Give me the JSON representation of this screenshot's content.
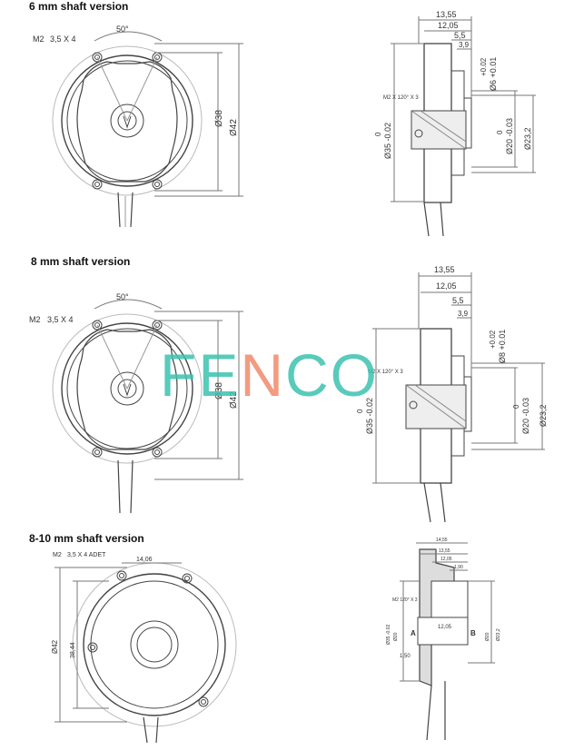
{
  "sections": [
    {
      "title": "6 mm shaft version",
      "front": {
        "thread": "M2",
        "thread_note": "3,5 X 4",
        "angle": "50°",
        "d_inner": "Ø38",
        "d_outer": "Ø42"
      },
      "side": {
        "w1": "13,55",
        "w2": "12,05",
        "w3": "5,5",
        "w4": "3,9",
        "shaft": "Ø6 +0.01",
        "shaft_tol": "+0.02",
        "bore": "Ø20 -0.03",
        "bore_tol": "0",
        "hub": "Ø23,2",
        "body": "Ø35 -0.02",
        "body_tol": "0",
        "screw": "M2 X 120° X 3"
      }
    },
    {
      "title": "8 mm shaft version",
      "front": {
        "thread": "M2",
        "thread_note": "3,5 X 4",
        "angle": "50°",
        "d_inner": "Ø38",
        "d_outer": "Ø42"
      },
      "side": {
        "w1": "13,55",
        "w2": "12,05",
        "w3": "5,5",
        "w4": "3,9",
        "shaft": "Ø8 +0.01",
        "shaft_tol": "+0.02",
        "bore": "Ø20 -0.03",
        "bore_tol": "0",
        "hub": "Ø23,2",
        "body": "Ø35 -0.02",
        "body_tol": "0",
        "screw": "M2 X 120° X 3"
      }
    },
    {
      "title": "8-10 mm shaft version",
      "front": {
        "thread": "M2",
        "thread_note": "3,5 X 4 ADET",
        "top_dim": "14,06",
        "d_outer": "Ø42",
        "d_inner": "38,44"
      },
      "side": {
        "w1": "14,55",
        "w2": "13,55",
        "w3": "12,05",
        "w4": "1,90",
        "mid": "12,05",
        "label_a": "A",
        "label_b": "B",
        "bottom": "1,50",
        "screw": "M2 120° X 3",
        "left_a": "Ø35 -0.02",
        "left_b": "Ø20",
        "right_a": "Ø23,2",
        "right_b": "Ø20"
      }
    }
  ],
  "watermark": {
    "left": "FE",
    "mid": "N",
    "right": "CO"
  },
  "colors": {
    "line": "#444444",
    "dim": "#555555",
    "watermark": "#3cc3b0",
    "watermark_accent": "#f08a6a"
  }
}
